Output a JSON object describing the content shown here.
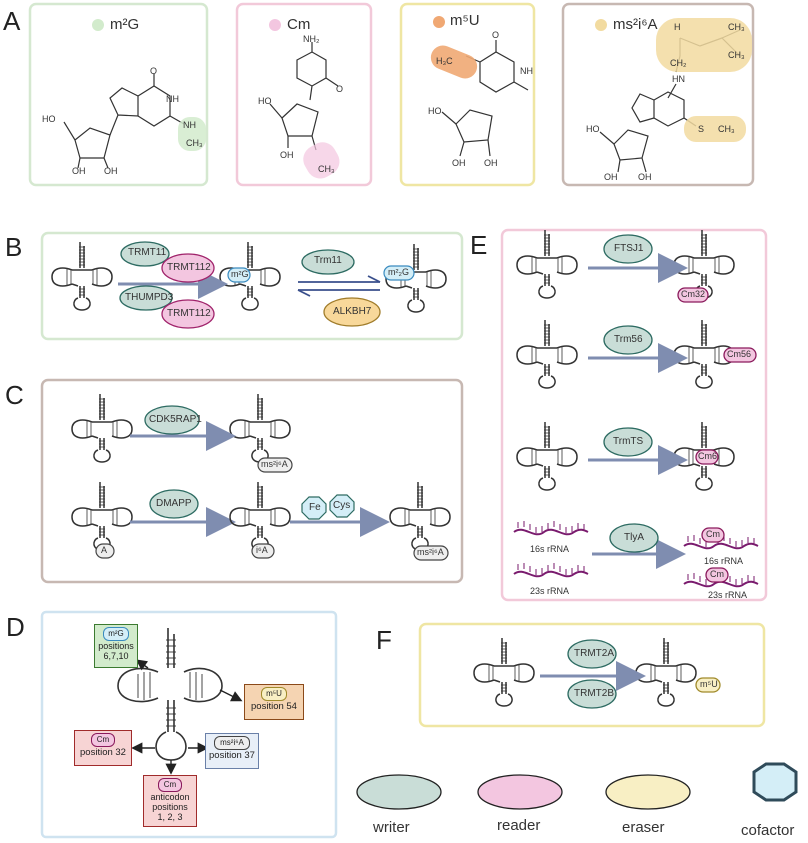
{
  "panels": {
    "A": "A",
    "B": "B",
    "C": "C",
    "D": "D",
    "E": "E",
    "F": "F"
  },
  "colors": {
    "green_border": "#d5e8d0",
    "pink_border": "#f2c9d9",
    "yellow_border": "#efe6a3",
    "brown_border": "#c7b8b2",
    "blue_border": "#cfe3f0",
    "writer": "#c9ddd7",
    "reader": "#f3c6e0",
    "eraser": "#f8efc4",
    "cofactor": "#d4eef7",
    "arrow": "#7f8db0"
  },
  "panelA": {
    "m2g": {
      "title": "m²G",
      "dot": "#d2ebcc",
      "oh1": "HO",
      "oh2": "OH",
      "oh3": "OH",
      "nh": "NH",
      "ch3": "CH₃",
      "o": "O",
      "nh2": "NH"
    },
    "cm": {
      "title": "Cm",
      "dot": "#f3c6e0",
      "nh2": "NH₂",
      "ho": "HO",
      "oh": "OH",
      "o": "O",
      "och3": "CH₃"
    },
    "m5u": {
      "title": "m⁵U",
      "dot": "#f0a873",
      "h3c": "H₃C",
      "nh": "NH",
      "ho": "HO",
      "oh1": "OH",
      "oh2": "OH",
      "o": "O"
    },
    "ms2i6a": {
      "title": "ms²i⁶A",
      "dot": "#f2dba0",
      "ch3a": "CH₃",
      "ch3b": "CH₃",
      "h": "H",
      "ch2": "CH₂",
      "hn": "HN",
      "sch3": "S",
      "ch3c": "CH₃",
      "ho": "HO",
      "oh1": "OH",
      "oh2": "OH"
    }
  },
  "panelB": {
    "trmt11": "TRMT11",
    "trmt112a": "TRMT112",
    "thumpd3": "THUMPD3",
    "trmt112b": "TRMT112",
    "m2g": "m²G",
    "trm11": "Trm11",
    "alkbh7": "ALKBH7",
    "m22g": "m²₂G"
  },
  "panelC": {
    "cdk5rap1": "CDK5RAP1",
    "ms2i6a_a": "ms²i⁶A",
    "dmapp": "DMAPP",
    "a": "A",
    "i6a": "i⁶A",
    "fe": "Fe",
    "cys": "Cys",
    "ms2i6a_b": "ms²i⁶A"
  },
  "panelD": {
    "m2g_badge": "m²G",
    "m2g_text": "positions\n6,7,10",
    "m5u_badge": "m⁵U",
    "m5u_text": "position 54",
    "cm32_badge": "Cm",
    "cm32_text": "position 32",
    "ms2i6a_badge": "ms²i⁶A",
    "ms2i6a_text": "position 37",
    "cmac_badge": "Cm",
    "cmac_text": "anticodon\npositions\n1, 2, 3"
  },
  "panelE": {
    "ftsj1": "FTSJ1",
    "cm32": "Cm32",
    "trm56": "Trm56",
    "cm56": "Cm56",
    "trmts": "TrmTS",
    "cm6": "Cm6",
    "r16s_left": "16s rRNA",
    "r23s_left": "23s rRNA",
    "tlya": "TlyA",
    "cm_a": "Cm",
    "r16s_right": "16s rRNA",
    "cm_b": "Cm",
    "r23s_right": "23s rRNA"
  },
  "panelF": {
    "trmt2a": "TRMT2A",
    "trmt2b": "TRMT2B",
    "m5u": "m⁵U"
  },
  "legend": {
    "writer": "writer",
    "reader": "reader",
    "eraser": "eraser",
    "cofactor": "cofactor"
  }
}
